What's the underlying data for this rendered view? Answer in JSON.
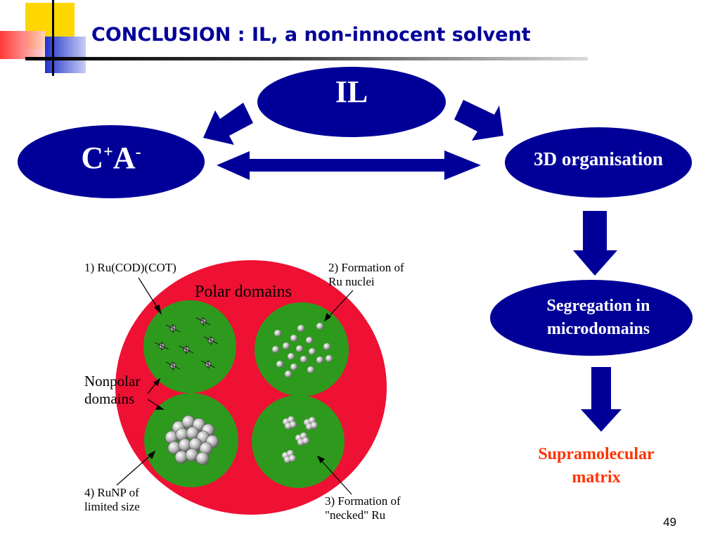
{
  "title": "CONCLUSION : IL, a non-innocent solvent",
  "nodes": {
    "il": "IL",
    "cation": "C",
    "cation_charge": "+",
    "anion": "A",
    "anion_charge": "-",
    "organisation": "3D organisation",
    "segregation_line1": "Segregation in",
    "segregation_line2": "microdomains",
    "matrix_line1": "Supramolecular",
    "matrix_line2": "matrix"
  },
  "figure": {
    "step1": "1) Ru(COD)(COT)",
    "step2_line1": "2) Formation of",
    "step2_line2": "Ru nuclei",
    "step3_line1": "3) Formation of",
    "step3_line2": "\"necked\" Ru",
    "step4_line1": "4) RuNP of",
    "step4_line2": "limited size",
    "polar": "Polar domains",
    "nonpolar_line1": "Nonpolar",
    "nonpolar_line2": "domains"
  },
  "slide_number": "49",
  "colors": {
    "title": "#000099",
    "node_fill": "#000099",
    "node_text": "#ffffff",
    "accent_text": "#ff3300",
    "sphere": "#ee1133",
    "domain": "#2d9a1d"
  }
}
